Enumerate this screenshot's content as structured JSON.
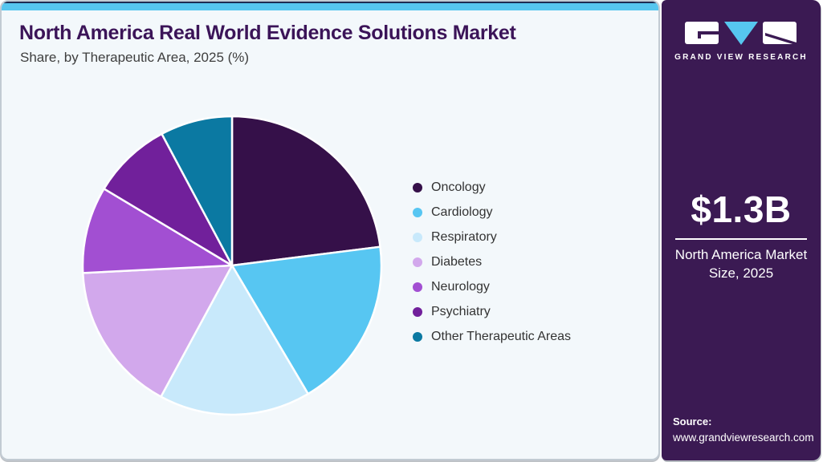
{
  "header": {
    "title": "North America Real World Evidence Solutions Market",
    "subtitle": "Share, by Therapeutic Area, 2025 (%)"
  },
  "chart_data": {
    "type": "pie",
    "title": "North America Real World Evidence Solutions Market Share, by Therapeutic Area, 2025 (%)",
    "unit": "%",
    "start_angle_deg": 0,
    "direction": "clockwise",
    "legend_position": "right",
    "categories": [
      "Oncology",
      "Cardiology",
      "Respiratory",
      "Diabetes",
      "Neurology",
      "Psychiatry",
      "Other Therapeutic Areas"
    ],
    "values": [
      23.0,
      18.5,
      16.4,
      16.3,
      9.4,
      8.6,
      7.8
    ],
    "colors": [
      "#351049",
      "#57C6F2",
      "#C8E9FB",
      "#D2A8EC",
      "#A24FD2",
      "#71209B",
      "#0B79A2"
    ]
  },
  "sidebar": {
    "logo_wordmark": "GRAND VIEW RESEARCH",
    "market_size_value": "$1.3B",
    "market_size_label": "North America Market Size, 2025",
    "source_label": "Source:",
    "source_url": "www.grandviewresearch.com"
  },
  "colors": {
    "accent_bar": "#56C6EF",
    "sidebar_background": "#3B1A53",
    "card_background": "#F3F8FB",
    "title_text": "#3B1458",
    "body_text": "#333333"
  }
}
